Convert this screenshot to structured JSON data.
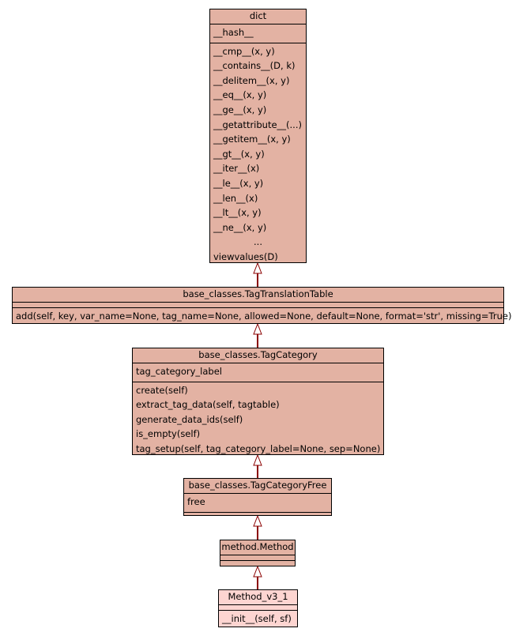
{
  "classes": {
    "dict": {
      "name": "dict",
      "attributes": [
        "__hash__"
      ],
      "methods": [
        "__cmp__(x, y)",
        "__contains__(D, k)",
        "__delitem__(x, y)",
        "__eq__(x, y)",
        "__ge__(x, y)",
        "__getattribute__(...)",
        "__getitem__(x, y)",
        "__gt__(x, y)",
        "__iter__(x)",
        "__le__(x, y)",
        "__len__(x)",
        "__lt__(x, y)",
        "__ne__(x, y)",
        "...",
        "viewvalues(D)"
      ]
    },
    "tag_translation_table": {
      "name": "base_classes.TagTranslationTable",
      "methods": [
        "add(self, key, var_name=None, tag_name=None, allowed=None, default=None, format='str', missing=True)"
      ]
    },
    "tag_category": {
      "name": "base_classes.TagCategory",
      "attributes": [
        "tag_category_label"
      ],
      "methods": [
        "create(self)",
        "extract_tag_data(self, tagtable)",
        "generate_data_ids(self)",
        "is_empty(self)",
        "tag_setup(self, tag_category_label=None, sep=None)"
      ]
    },
    "tag_category_free": {
      "name": "base_classes.TagCategoryFree",
      "attributes": [
        "free"
      ]
    },
    "method": {
      "name": "method.Method"
    },
    "method_v3_1": {
      "name": "Method_v3_1",
      "methods": [
        "__init__(self, sf)"
      ]
    }
  },
  "colors": {
    "class_fill": "#e3b2a3",
    "leaf_fill": "#fdd5d1",
    "edge": "#8b0000"
  }
}
